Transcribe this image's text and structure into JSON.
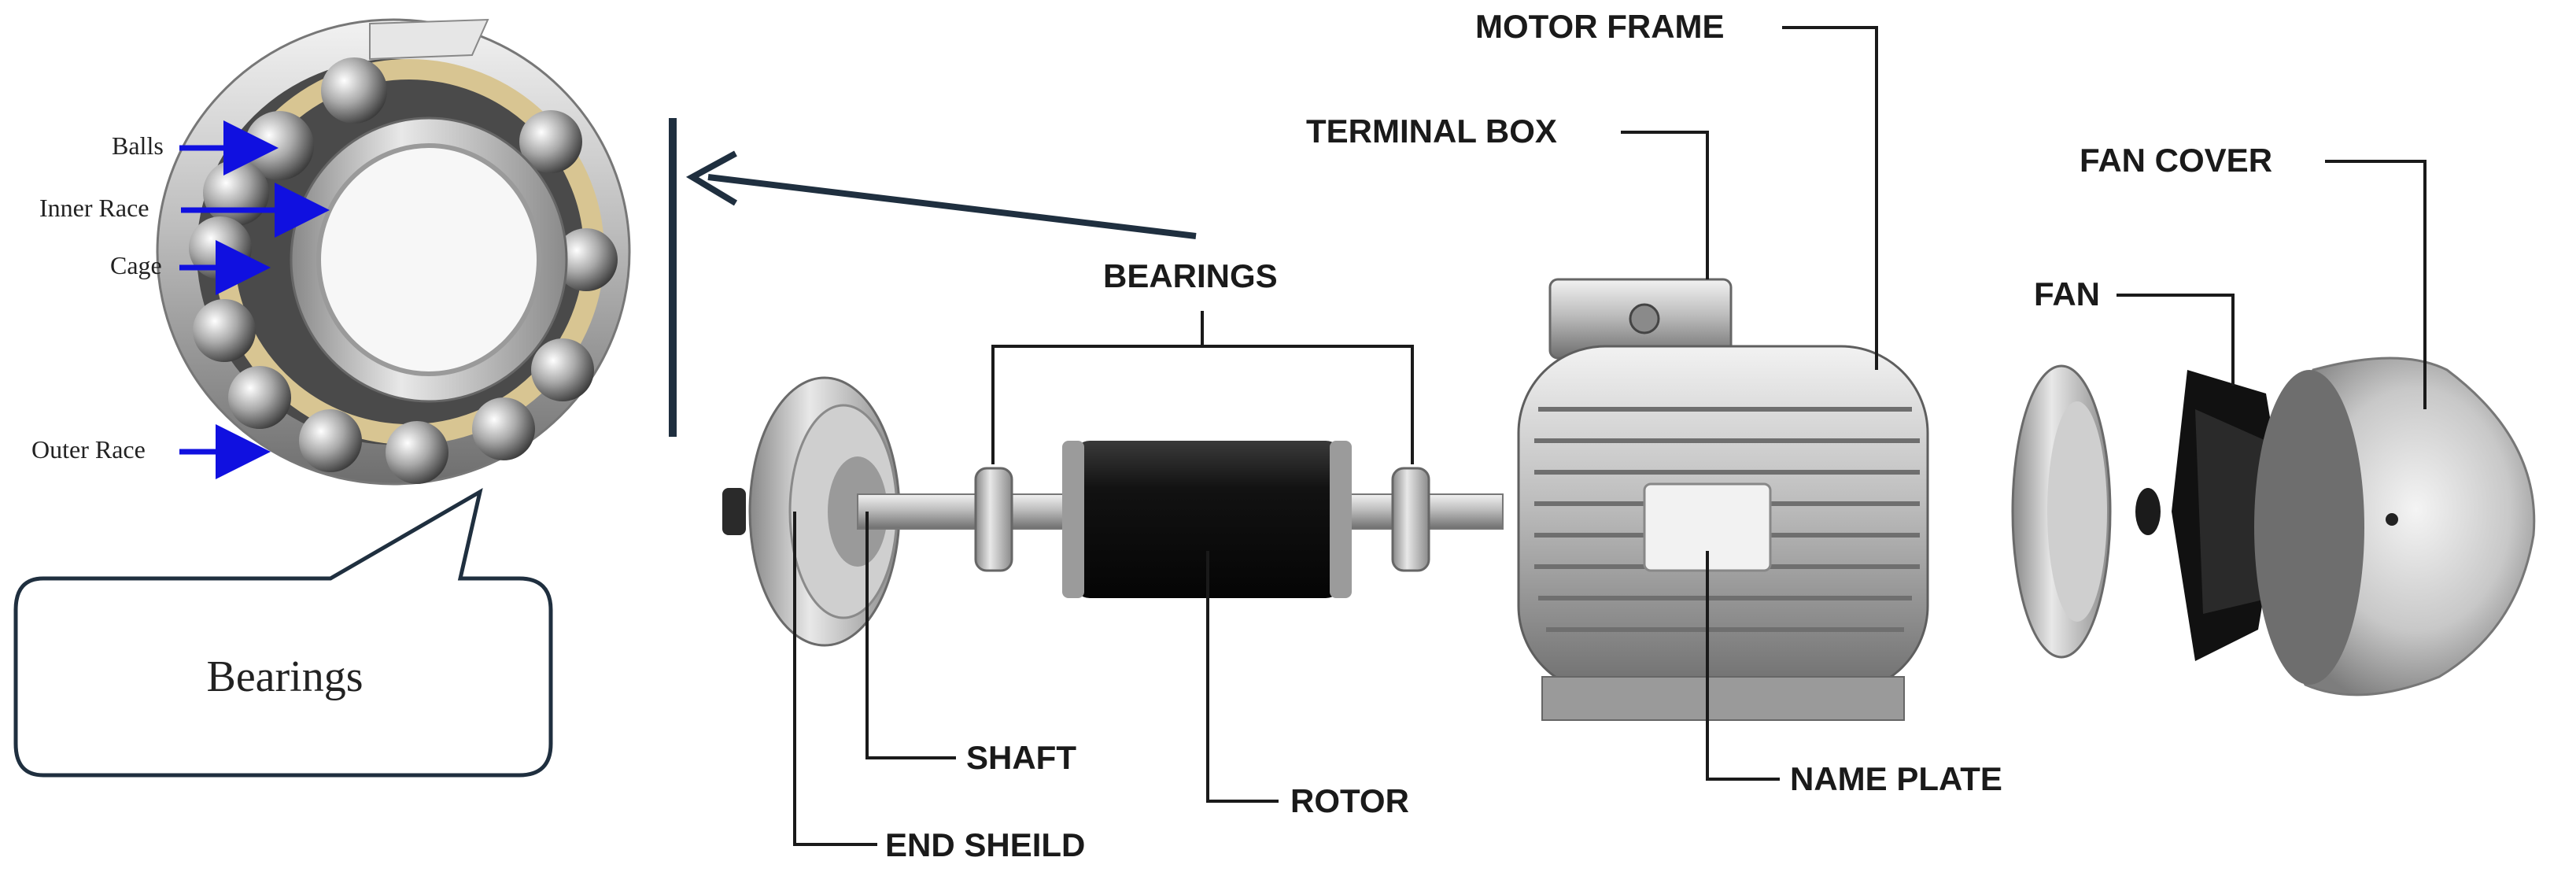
{
  "bearing_inset": {
    "callout_text": "Bearings",
    "parts": [
      {
        "label": "Balls"
      },
      {
        "label": "Inner Race"
      },
      {
        "label": "Cage"
      },
      {
        "label": "Outer Race"
      }
    ],
    "arrow_color": "#1010e0"
  },
  "motor_labels": {
    "motor_frame": "MOTOR FRAME",
    "terminal_box": "TERMINAL BOX",
    "fan_cover": "FAN COVER",
    "fan": "FAN",
    "bearings": "BEARINGS",
    "shaft": "SHAFT",
    "end_shield": "END SHEILD",
    "rotor": "ROTOR",
    "name_plate": "NAME PLATE"
  },
  "colors": {
    "leader": "#1a1a1a",
    "pointer": "#1f2f3f",
    "metal_light": "#d9d9d9",
    "metal_dark": "#7a7a7a",
    "cage_gold": "#d8c592",
    "rotor_black": "#151515"
  }
}
